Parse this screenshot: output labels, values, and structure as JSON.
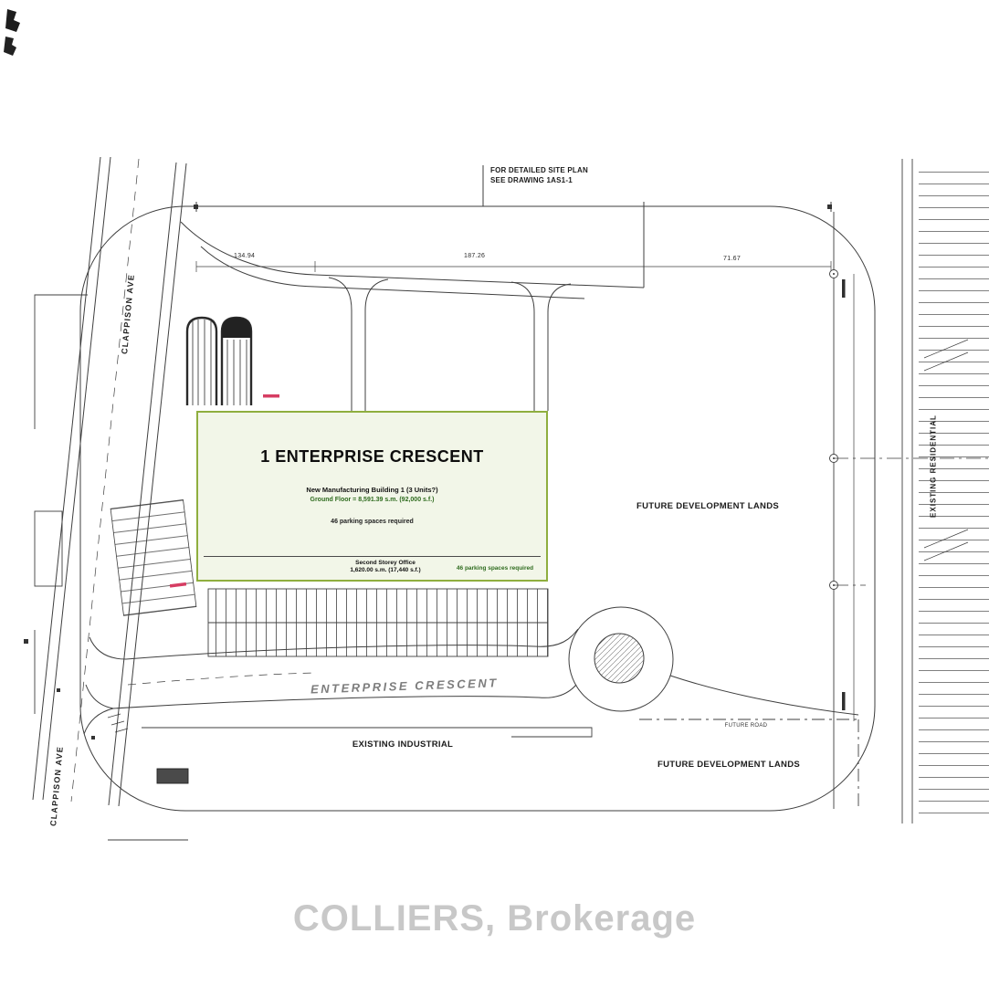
{
  "watermark": "COLLIERS, Brokerage",
  "callout": {
    "line1": "FOR DETAILED SITE PLAN",
    "line2": "SEE DRAWING 1AS1-1"
  },
  "parcel": {
    "title": "1 ENTERPRISE CRESCENT",
    "subtitle": "New Manufacturing Building 1 (3 Units?)",
    "ground_floor": "Ground Floor = 8,591.39 s.m. (92,000 s.f.)",
    "parking": "46 parking spaces required",
    "office_line1": "Second Storey Office",
    "office_line2": "1,620.00 s.m. (17,440 s.f.)",
    "office_parking": "46 parking spaces required"
  },
  "roads": {
    "clappison_top": "CLAPPISON AVE",
    "clappison_bottom": "CLAPPISON AVE",
    "enterprise": "ENTERPRISE CRESCENT"
  },
  "areas": {
    "future_dev_east": "FUTURE DEVELOPMENT LANDS",
    "future_dev_south": "FUTURE DEVELOPMENT LANDS",
    "existing_industrial": "EXISTING INDUSTRIAL",
    "existing_residential": "EXISTING RESIDENTIAL",
    "future_road": "FUTURE ROAD"
  },
  "dimensions": {
    "top_left": "134.94",
    "top_mid": "187.26",
    "top_right": "71.67"
  },
  "colors": {
    "highlight_fill": "#f2f6e8",
    "highlight_border": "#8fae3e",
    "line": "#3f3f3f",
    "watermark": "#c8c8c8",
    "marker_red": "#d63d63"
  }
}
